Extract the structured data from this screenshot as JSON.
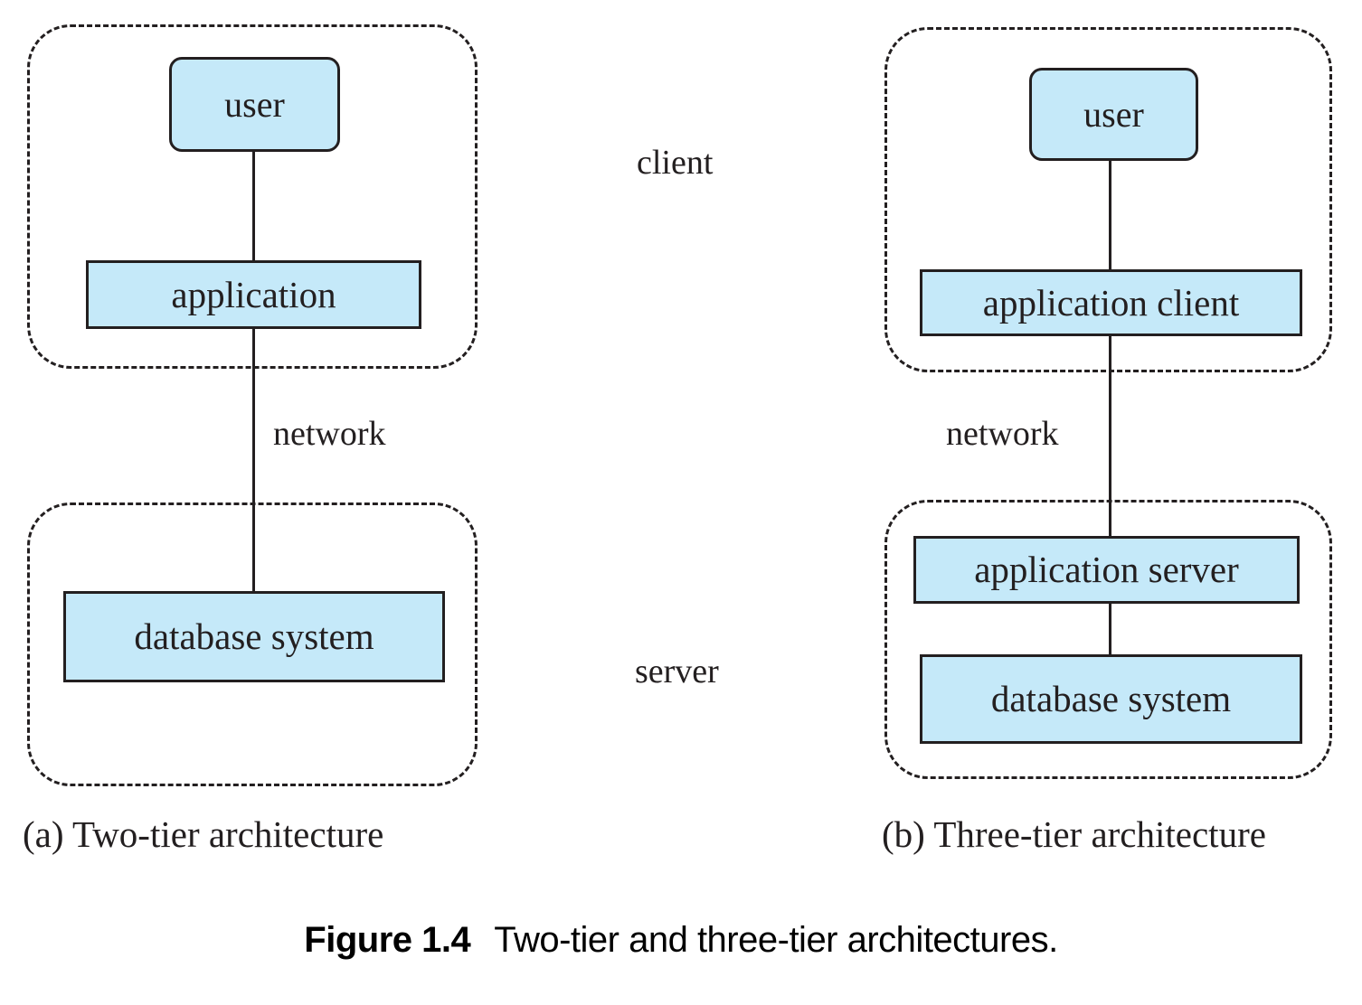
{
  "figure": {
    "caption_label": "Figure 1.4",
    "caption_text": "Two-tier and three-tier architectures."
  },
  "diagrams": [
    {
      "id": "two-tier",
      "subcaption": "(a) Two-tier architecture",
      "tiers": [
        {
          "name": "client",
          "label": "client"
        },
        {
          "name": "server",
          "label": "server"
        }
      ],
      "nodes": [
        {
          "id": "user",
          "label": "user",
          "shape": "rounded-rect",
          "tier": "client"
        },
        {
          "id": "application",
          "label": "application",
          "shape": "rect",
          "tier": "client"
        },
        {
          "id": "database-system",
          "label": "database system",
          "shape": "rect",
          "tier": "server"
        }
      ],
      "edges": [
        {
          "from": "user",
          "to": "application",
          "label": ""
        },
        {
          "from": "application",
          "to": "database-system",
          "label": "network"
        }
      ]
    },
    {
      "id": "three-tier",
      "subcaption": "(b) Three-tier architecture",
      "tiers": [
        {
          "name": "client",
          "label": "client"
        },
        {
          "name": "server",
          "label": "server"
        }
      ],
      "nodes": [
        {
          "id": "user",
          "label": "user",
          "shape": "rounded-rect",
          "tier": "client"
        },
        {
          "id": "application-client",
          "label": "application client",
          "shape": "rect",
          "tier": "client"
        },
        {
          "id": "application-server",
          "label": "application server",
          "shape": "rect",
          "tier": "server"
        },
        {
          "id": "database-system",
          "label": "database system",
          "shape": "rect",
          "tier": "server"
        }
      ],
      "edges": [
        {
          "from": "user",
          "to": "application-client",
          "label": ""
        },
        {
          "from": "application-client",
          "to": "application-server",
          "label": "network"
        },
        {
          "from": "application-server",
          "to": "database-system",
          "label": ""
        }
      ]
    }
  ],
  "shared_labels": {
    "client": "client",
    "server": "server",
    "network": "network"
  },
  "colors": {
    "node_fill": "#c5e9f9",
    "stroke": "#231f20",
    "background": "#ffffff"
  }
}
